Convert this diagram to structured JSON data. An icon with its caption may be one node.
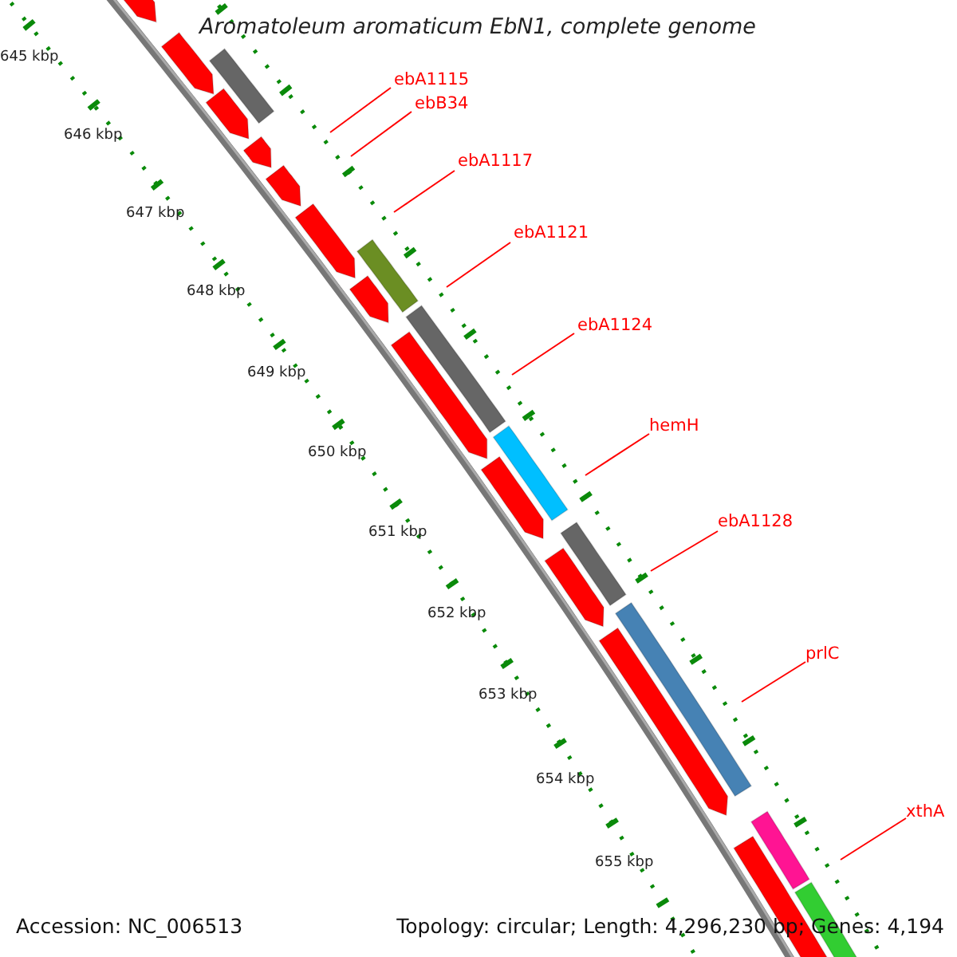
{
  "diagram": {
    "title": "Aromatoleum aromaticum EbN1, complete genome",
    "nodes": [
      {
        "text": [
          "ebA1115"
        ]
      },
      {
        "text": [
          "ebB34"
        ]
      },
      {
        "text": [
          "ebA1117"
        ]
      },
      {
        "text": [
          "ebA1121"
        ]
      },
      {
        "text": [
          "ebA1124"
        ]
      },
      {
        "text": [
          "hemH"
        ]
      },
      {
        "text": [
          "ebA1128"
        ]
      },
      {
        "text": [
          "prlC"
        ]
      },
      {
        "text": [
          "xthA"
        ]
      }
    ],
    "edges": [
      {
        "from": 0,
        "to": null,
        "arrow": "none"
      },
      {
        "from": 1,
        "to": null,
        "arrow": "none"
      },
      {
        "from": 2,
        "to": null,
        "arrow": "none"
      },
      {
        "from": 3,
        "to": null,
        "arrow": "none"
      },
      {
        "from": 4,
        "to": null,
        "arrow": "none"
      },
      {
        "from": 5,
        "to": null,
        "arrow": "none"
      },
      {
        "from": 6,
        "to": null,
        "arrow": "none"
      },
      {
        "from": 7,
        "to": null,
        "arrow": "none"
      },
      {
        "from": 8,
        "to": null,
        "arrow": "none"
      }
    ],
    "labels": [
      "645 kbp",
      "646 kbp",
      "647 kbp",
      "648 kbp",
      "649 kbp",
      "650 kbp",
      "651 kbp",
      "652 kbp",
      "653 kbp",
      "654 kbp",
      "655 kbp",
      "Accession: NC_006513",
      "Topology: circular; Length: 4,296,230 bp; Genes: 4,194"
    ]
  }
}
